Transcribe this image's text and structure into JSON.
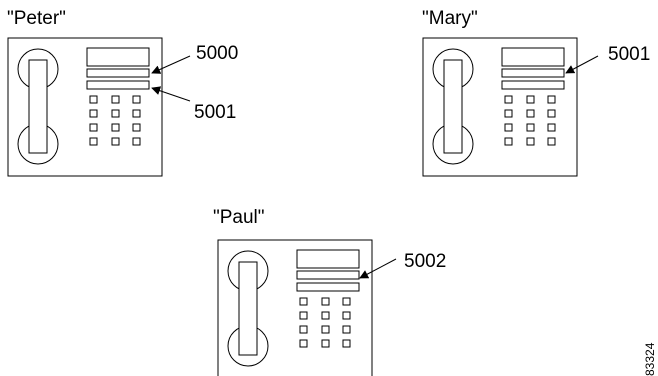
{
  "phones": [
    {
      "name": "\"Peter\"",
      "lines": [
        "5000",
        "5001"
      ]
    },
    {
      "name": "\"Mary\"",
      "lines": [
        "5001"
      ]
    },
    {
      "name": "\"Paul\"",
      "lines": [
        "5002"
      ]
    }
  ],
  "figure_id": "83324"
}
